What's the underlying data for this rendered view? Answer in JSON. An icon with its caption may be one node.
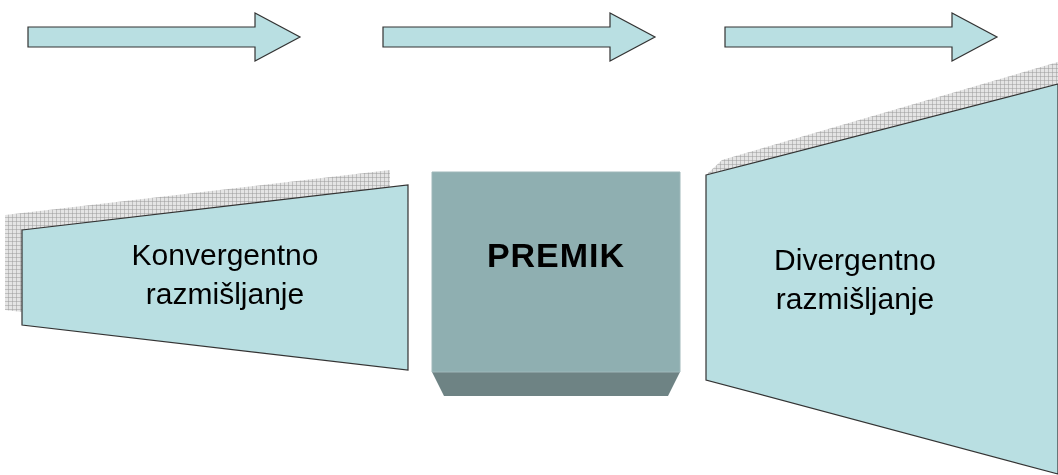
{
  "diagram": {
    "nodes": [
      {
        "text": [
          "Konvergentno razmišljanje"
        ]
      },
      {
        "text": [
          "PREMIK"
        ]
      },
      {
        "text": [
          "Divergentno razmišljanje"
        ]
      }
    ]
  }
}
